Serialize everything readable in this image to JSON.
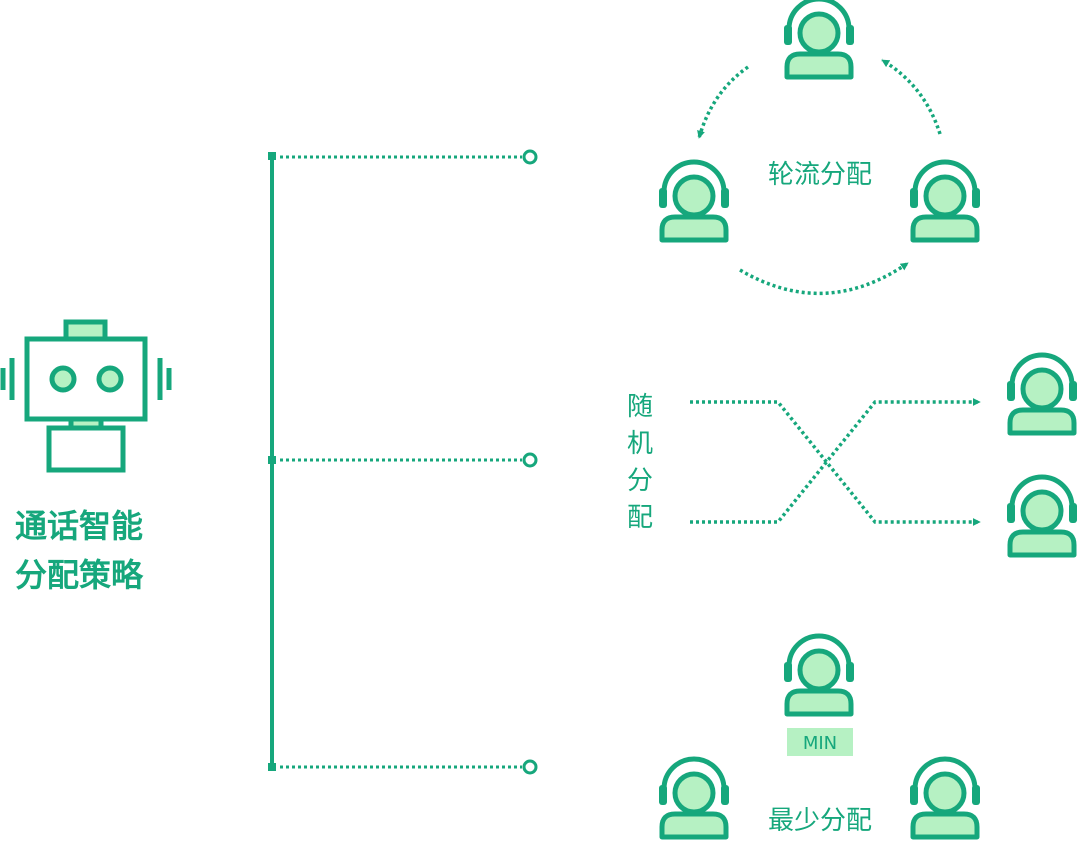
{
  "colors": {
    "primary": "#16a77c",
    "agent_fill": "#b6f1c3",
    "badge_fill": "#b6f1c3",
    "background": "#ffffff"
  },
  "title": {
    "line1": "通话智能",
    "line2": "分配策略"
  },
  "strategies": {
    "round_robin": {
      "label": "轮流分配"
    },
    "random": {
      "label_chars": [
        "随",
        "机",
        "分",
        "配"
      ]
    },
    "least": {
      "label": "最少分配",
      "badge": "MIN"
    }
  },
  "icons": {
    "robot": "robot-icon",
    "agent": "headset-agent-icon"
  }
}
